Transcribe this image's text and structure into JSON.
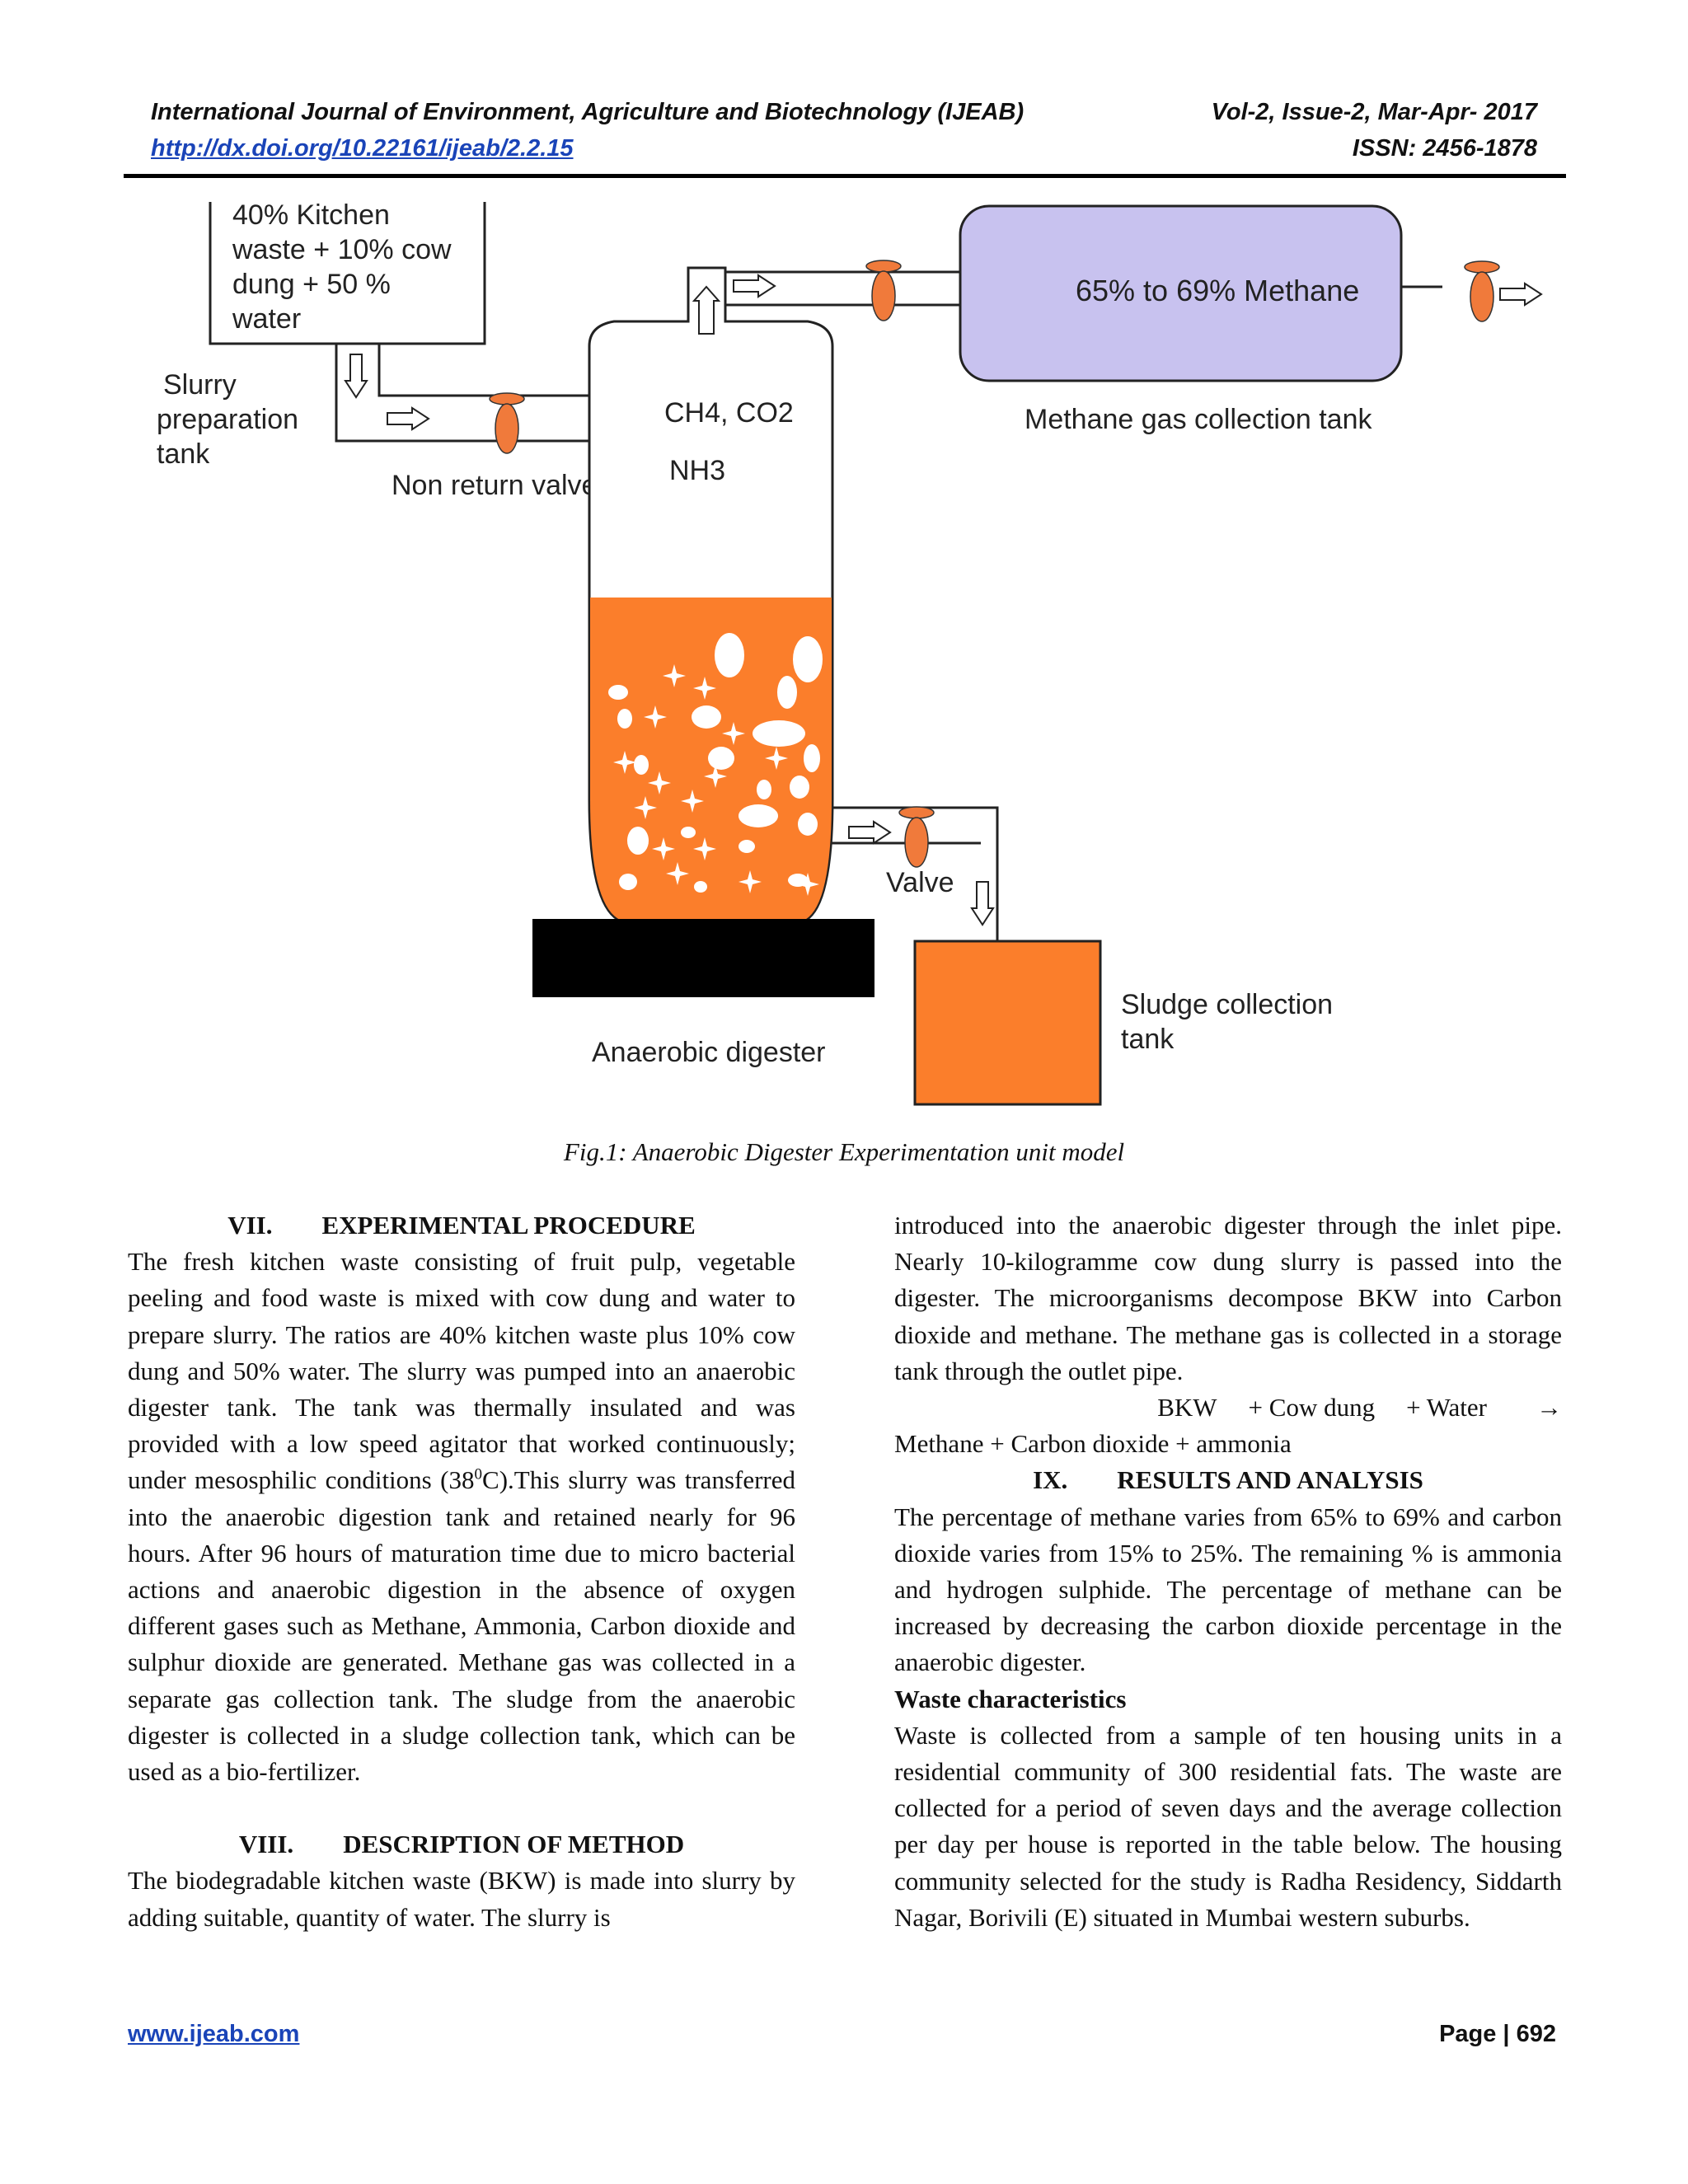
{
  "header": {
    "journal": "International Journal of Environment, Agriculture and Biotechnology (IJEAB)",
    "volume": "Vol-2, Issue-2, Mar-Apr- 2017",
    "doi": "http://dx.doi.org/10.22161/ijeab/2.2.15",
    "issn": "ISSN: 2456-1878"
  },
  "figure": {
    "caption": "Fig.1: Anaerobic Digester Experimentation unit model",
    "slurry_mix": [
      "40% Kitchen",
      "waste + 10% cow",
      "dung + 50 %",
      "water"
    ],
    "slurry_tank_label": [
      "Slurry",
      "preparation",
      "tank"
    ],
    "non_return_valve": "Non return valve",
    "gases_line1": "CH4, CO2",
    "gases_line2": "NH3",
    "methane_pct": "65% to 69% Methane",
    "methane_tank_label": "Methane gas collection tank",
    "valve_label": "Valve",
    "digester_label": "Anaerobic digester",
    "sludge_label": [
      "Sludge collection",
      "tank"
    ],
    "colors": {
      "slurry": "#fb7e2b",
      "gas_tank": "#c8c2ef",
      "valve": "#f07a3b",
      "base": "#000000"
    }
  },
  "left_column": {
    "s7_num": "VII.",
    "s7_title": "EXPERIMENTAL PROCEDURE",
    "s7_body_a": "The fresh kitchen waste consisting of fruit pulp, vegetable peeling and food waste is mixed with cow dung and water to prepare slurry. The ratios are 40% kitchen waste plus 10% cow dung and 50% water. The slurry was pumped into an anaerobic digester tank. The tank was thermally insulated and was provided with a low speed agitator that worked continuously; under mesosphilic conditions (38",
    "s7_sup": "0",
    "s7_body_b": "C).This slurry was transferred into the anaerobic digestion tank and retained nearly for 96 hours. After 96 hours of maturation time due to micro bacterial actions and anaerobic digestion in the absence of oxygen different gases such as Methane, Ammonia, Carbon dioxide and sulphur dioxide are generated. Methane gas was collected in a separate gas collection tank. The sludge from the anaerobic digester is collected in a sludge collection tank, which can be used as a bio-fertilizer.",
    "s8_num": "VIII.",
    "s8_title": "DESCRIPTION OF METHOD",
    "s8_body": "The biodegradable kitchen waste (BKW) is made into slurry by adding suitable, quantity of water. The slurry is"
  },
  "right_column": {
    "s8_cont": "introduced into the anaerobic digester through the inlet pipe. Nearly 10-kilogramme cow dung slurry is passed into the digester. The microorganisms decompose BKW into Carbon dioxide and methane. The methane gas is collected in a storage tank through the outlet pipe.",
    "eq_line1": [
      "BKW",
      "+ Cow dung",
      "+ Water",
      "→"
    ],
    "eq_line2": "Methane + Carbon dioxide + ammonia",
    "s9_num": "IX.",
    "s9_title": "RESULTS AND ANALYSIS",
    "s9_body": "The percentage of methane varies from 65% to 69% and carbon dioxide varies from 15% to 25%. The remaining % is ammonia and hydrogen sulphide. The percentage of methane can be increased by decreasing the carbon dioxide percentage in the anaerobic digester.",
    "waste_heading": "Waste characteristics",
    "waste_body": "Waste is collected from a sample of ten housing units in a residential community of 300 residential fats. The waste are collected for a period of seven days and the average collection per day per house is reported in the table below. The housing community selected for the study is Radha Residency, Siddarth Nagar, Borivili (E) situated in Mumbai western suburbs."
  },
  "footer": {
    "site": "www.ijeab.com",
    "page": "Page | 692"
  }
}
